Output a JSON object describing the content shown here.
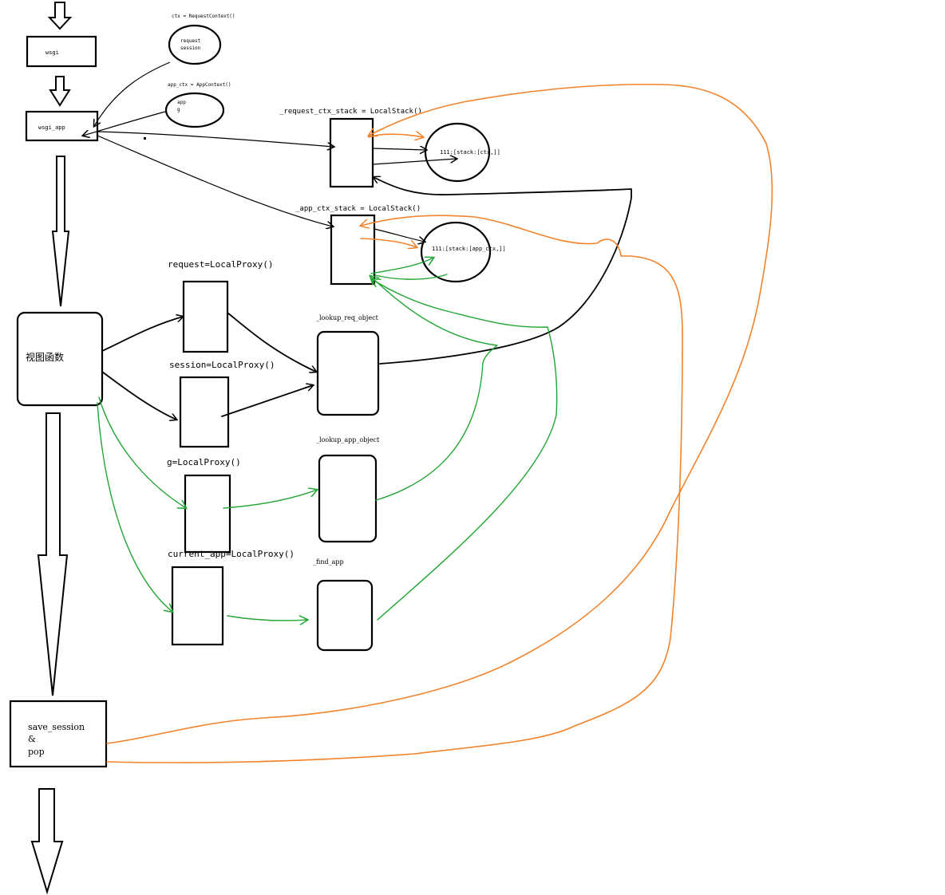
{
  "labels": {
    "wsgi": "wsgi",
    "wsgi_app": "wsgi_app",
    "ctx_def": "ctx = RequestContext()",
    "ctx_line1": "request",
    "ctx_line2": "session",
    "app_ctx_def": "app_ctx = AppContext()",
    "app_ctx_line1": "app",
    "app_ctx_line2": "g",
    "request_ctx_stack": "_request_ctx_stack = LocalStack()",
    "request_stack_content": "111:[stack:[ctx,]]",
    "app_ctx_stack": "_app_ctx_stack = LocalStack()",
    "app_stack_content": "111:[stack:[app_ctx,]]",
    "view_func": "视图函数",
    "request_proxy": "request=LocalProxy()",
    "session_proxy": "session=LocalProxy()",
    "g_proxy": "g=LocalProxy()",
    "current_app_proxy": "current_app=LocalProxy()",
    "lookup_req": "_lookup_req_object",
    "lookup_app": "_lookup_app_object",
    "find_app": "_find_app",
    "save_line1": "save_session",
    "save_line2": "&",
    "save_line3": "pop"
  },
  "colors": {
    "stroke": "#000000",
    "green": "#22a534",
    "orange": "#f2832b"
  }
}
